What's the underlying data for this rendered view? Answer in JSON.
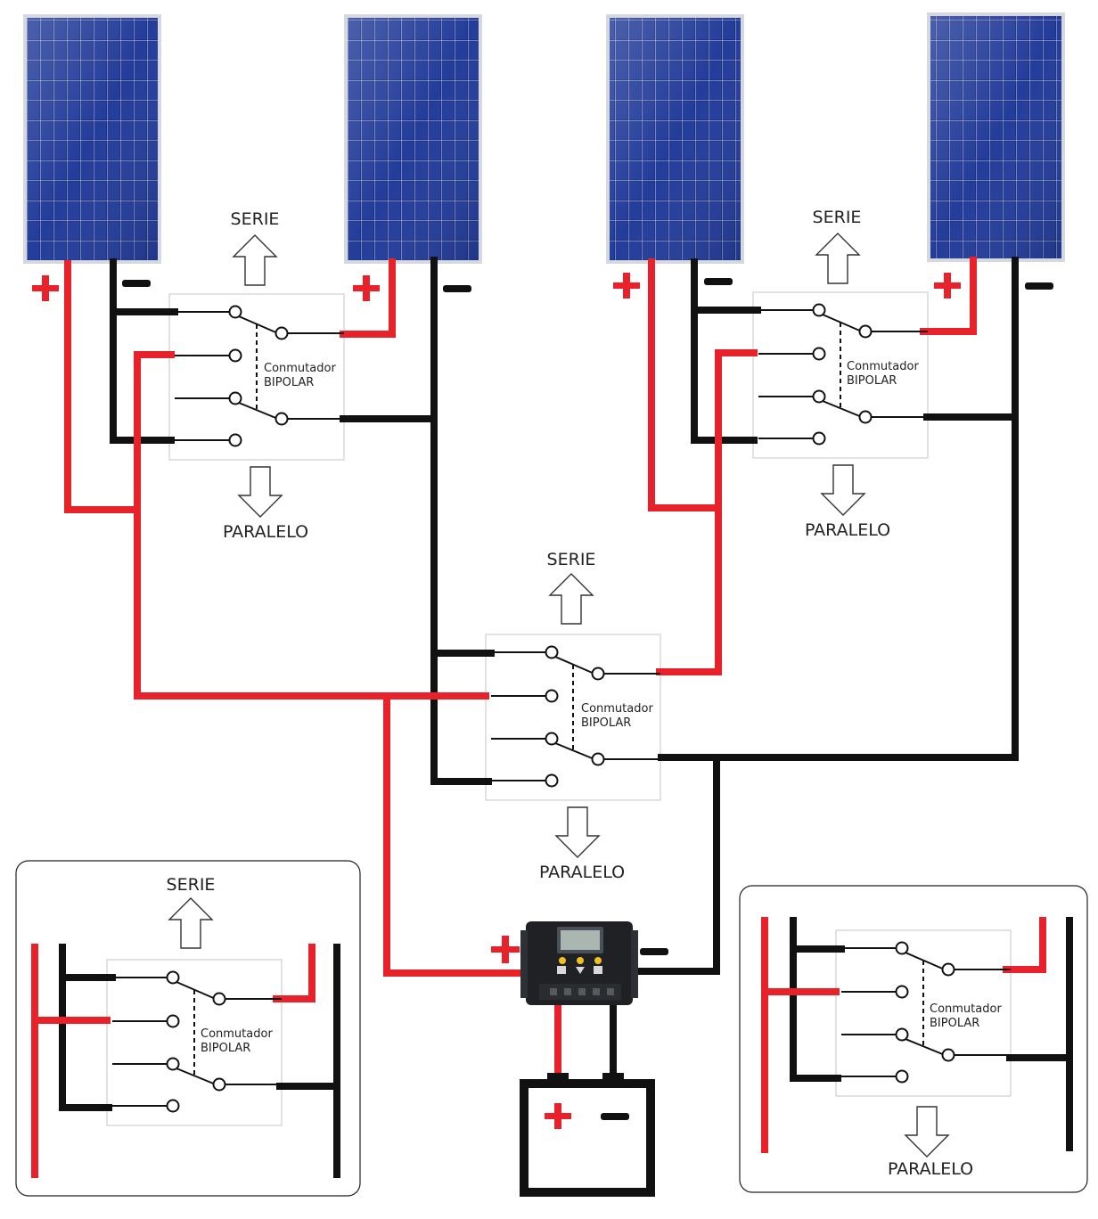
{
  "labels": {
    "serie": "SERIE",
    "paralelo": "PARALELO",
    "switch_line1": "Conmutador",
    "switch_line2": "BIPOLAR"
  },
  "symbols": {
    "plus": "+",
    "minus": "−"
  },
  "colors": {
    "positive_wire": "#e8222a",
    "negative_wire": "#111111",
    "panel_cell": "#1a2f86",
    "panel_frame": "#d5d8de",
    "switch_box_border": "#cfcfcf"
  },
  "icons": {
    "panel": "solar-panel-icon",
    "controller": "charge-controller-icon",
    "battery": "battery-icon",
    "serie_arrow": "arrow-up-icon",
    "paralelo_arrow": "arrow-down-icon"
  }
}
